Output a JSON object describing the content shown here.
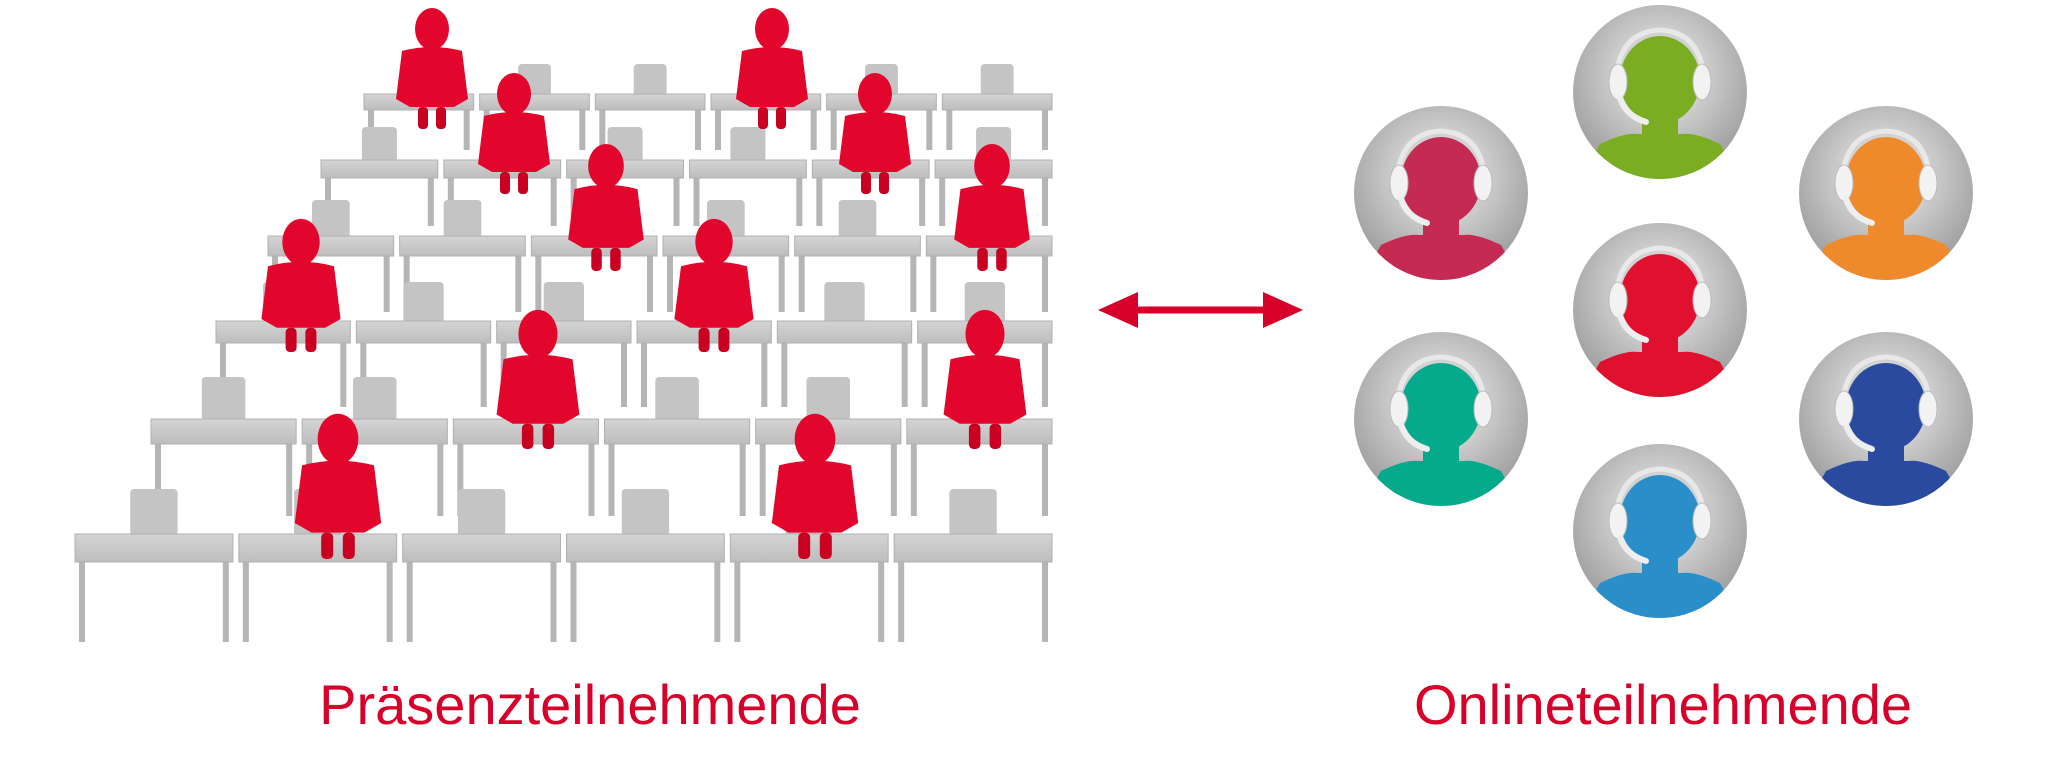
{
  "labels": {
    "in_person": "Präsenzteilnehmende",
    "online": "Onlineteilnehmende"
  },
  "colors": {
    "accent": "#d6002a",
    "person": "#e3062c",
    "desk": "#c8c8c8",
    "online_participants": [
      "#c42a52",
      "#7aad22",
      "#ee8a2c",
      "#e0102f",
      "#05aa8c",
      "#2a4aa0",
      "#2a8fc8"
    ]
  },
  "icons": {
    "arrow": "double-headed-arrow",
    "online": "headset-user"
  }
}
